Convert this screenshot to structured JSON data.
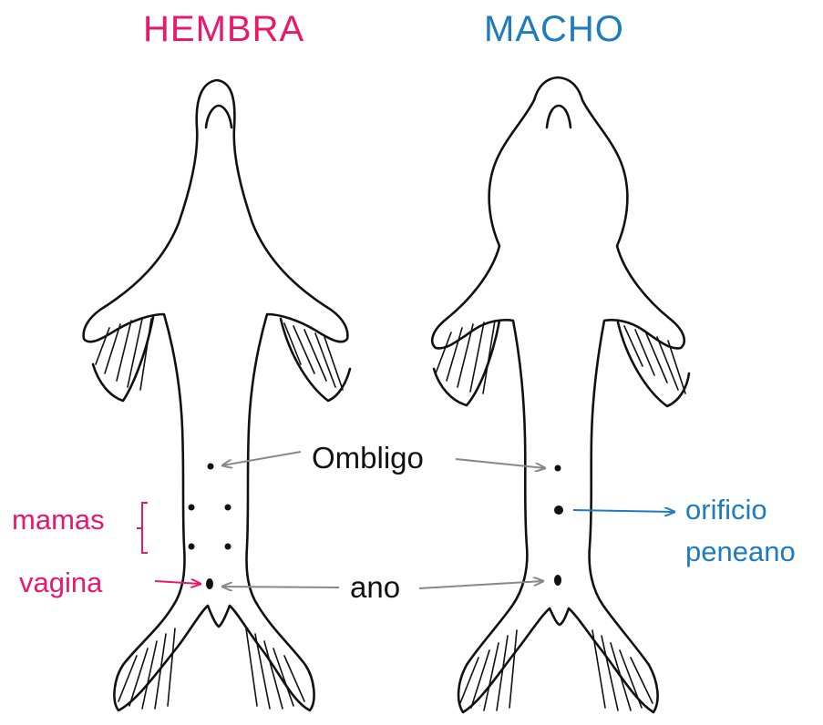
{
  "colors": {
    "female": "#e8186d",
    "male": "#1e7bbf",
    "pointer": "#8a8a8a",
    "ink": "#111111"
  },
  "female": {
    "title": "HEMBRA",
    "mamas_label": "mamas",
    "vagina_label": "vagina"
  },
  "male": {
    "title": "MACHO",
    "orifice_label_line1": "orificio",
    "orifice_label_line2": "peneano"
  },
  "shared": {
    "navel_label": "Ombligo",
    "anus_label": "ano"
  }
}
